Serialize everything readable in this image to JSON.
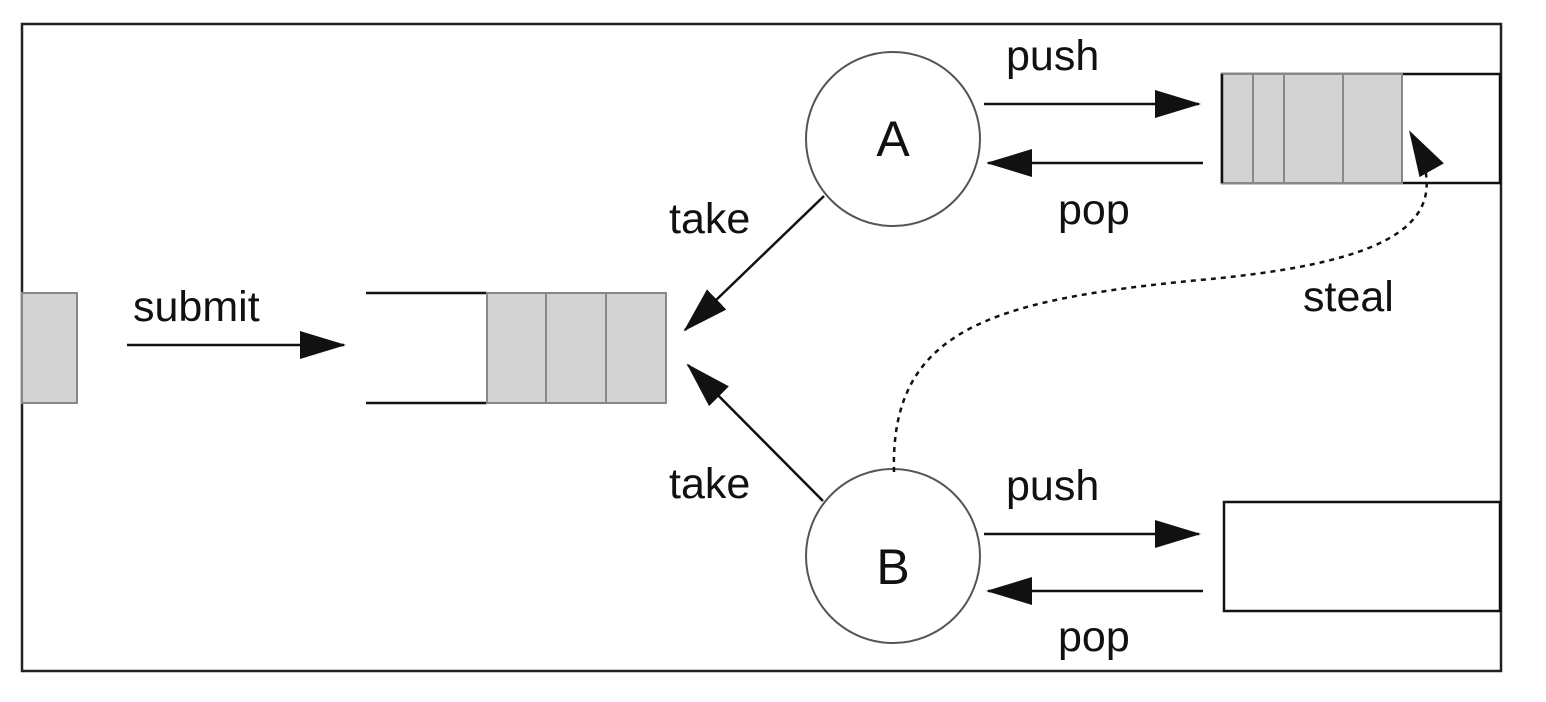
{
  "workers": {
    "a": {
      "label": "A"
    },
    "b": {
      "label": "B"
    }
  },
  "edges": {
    "submit": "submit",
    "take_a": "take",
    "take_b": "take",
    "push_a": "push",
    "pop_a": "pop",
    "push_b": "push",
    "pop_b": "pop",
    "steal": "steal"
  },
  "queues": {
    "submission": {
      "filled_slots": 3
    },
    "worker_a_deque": {
      "filled_slots": 4
    },
    "worker_b_deque": {
      "filled_slots": 0
    }
  },
  "colors": {
    "line": "#111111",
    "slot_fill": "#d3d3d3",
    "slot_stroke": "#888888",
    "frame": "#222222"
  }
}
